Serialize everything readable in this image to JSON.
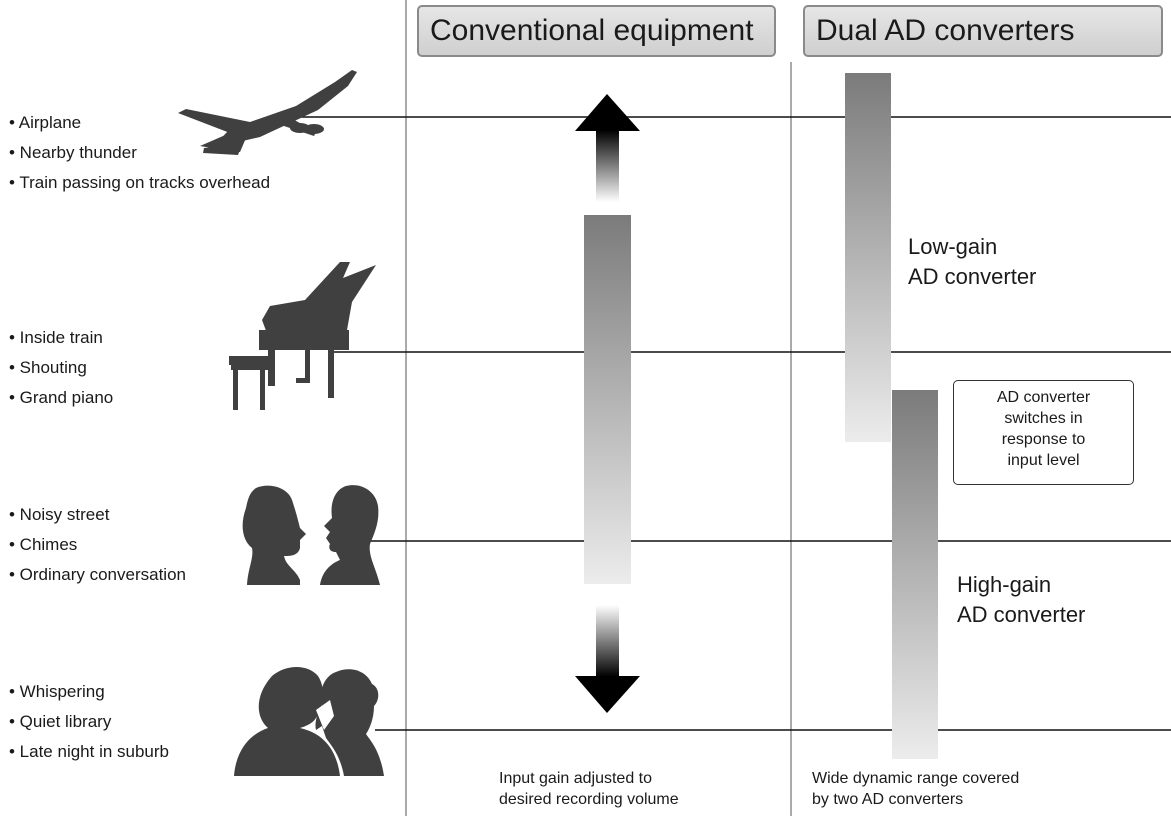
{
  "headers": {
    "conventional": "Conventional equipment",
    "dual": "Dual AD converters"
  },
  "sound_levels": [
    {
      "icon": "airplane-icon",
      "items": [
        "• Airplane",
        "• Nearby thunder",
        "• Train passing on tracks overhead"
      ]
    },
    {
      "icon": "grand-piano-icon",
      "items": [
        "• Inside train",
        "• Shouting",
        "• Grand piano"
      ]
    },
    {
      "icon": "two-people-talking-icon",
      "items": [
        "• Noisy street",
        "• Chimes",
        "• Ordinary conversation"
      ]
    },
    {
      "icon": "whispering-people-icon",
      "items": [
        "• Whispering",
        "• Quiet library",
        "• Late night in suburb"
      ]
    }
  ],
  "dual_bars": {
    "low_gain": [
      "Low-gain",
      "AD converter"
    ],
    "high_gain": [
      "High-gain",
      "AD converter"
    ]
  },
  "note": [
    "AD converter",
    "switches in",
    "response to",
    "input level"
  ],
  "captions": {
    "conventional": [
      "Input gain adjusted to",
      "desired recording volume"
    ],
    "dual": [
      "Wide dynamic range covered",
      "by two AD converters"
    ]
  },
  "colors": {
    "bar_dark": "#7b7b7b",
    "bar_light": "#ececec",
    "header_fill": "#d9d9d9",
    "silhouette": "#404040"
  }
}
